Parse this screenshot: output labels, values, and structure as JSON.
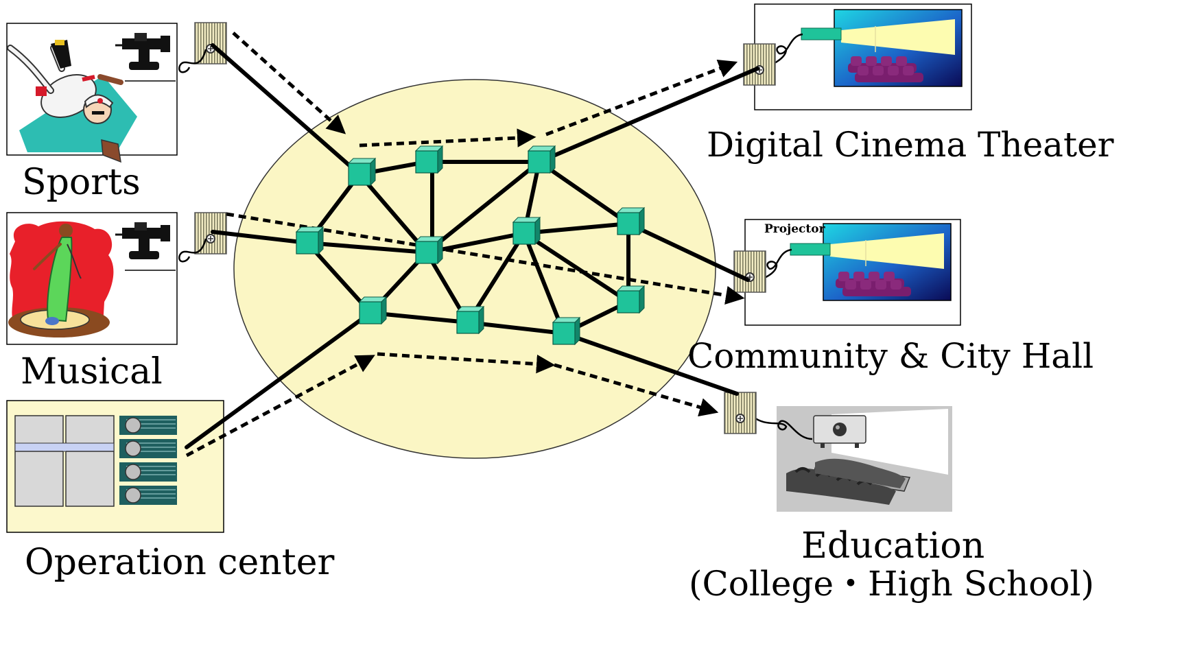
{
  "sources": {
    "sports": "Sports",
    "musical": "Musical",
    "operation_center": "Operation center"
  },
  "destinations": {
    "cinema": "Digital Cinema Theater",
    "community": "Community & City Hall",
    "education_line1": "Education",
    "education_line2": "(College・High School)",
    "projector_label": "Projector"
  },
  "colors": {
    "network_cloud": "#fbf6c4",
    "node": "#1fc39a",
    "operation_bg": "#fcf8cc",
    "screen_gradient_start": "#22d2e0",
    "screen_gradient_end": "#1a1a8a",
    "musical_backdrop": "#e8202a",
    "musical_dress": "#5cd65a"
  },
  "icons": [
    "camera-icon",
    "encoder-box-icon",
    "network-switch-icon",
    "projector-icon",
    "theater-seats-icon",
    "server-rack-icon"
  ]
}
